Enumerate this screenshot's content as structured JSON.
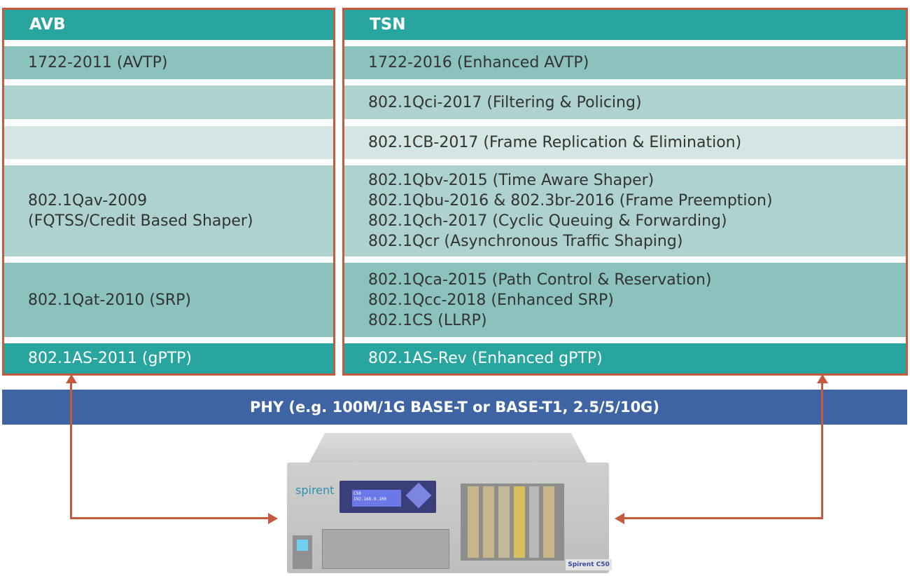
{
  "avb": {
    "title": "AVB",
    "rows": [
      "1722-2011 (AVTP)",
      "",
      "",
      "802.1Qav-2009\n(FQTSS/Credit Based Shaper)",
      "802.1Qat-2010 (SRP)",
      "802.1AS-2011 (gPTP)"
    ]
  },
  "tsn": {
    "title": "TSN",
    "rows": [
      [
        "1722-2016 (Enhanced AVTP)"
      ],
      [
        "802.1Qci-2017 (Filtering & Policing)"
      ],
      [
        "802.1CB-2017 (Frame Replication & Elimination)"
      ],
      [
        "802.1Qbv-2015 (Time Aware Shaper)",
        "802.1Qbu-2016 & 802.3br-2016 (Frame Preemption)",
        "802.1Qch-2017 (Cyclic Queuing & Forwarding)",
        "802.1Qcr (Asynchronous Traffic Shaping)"
      ],
      [
        "802.1Qca-2015 (Path Control & Reservation)",
        "802.1Qcc-2018 (Enhanced SRP)",
        "802.1CS (LLRP)"
      ],
      [
        "802.1AS-Rev  (Enhanced gPTP)"
      ]
    ]
  },
  "avb_rows": {
    "r0": "1722-2011 (AVTP)",
    "r3a": "802.1Qav-2009",
    "r3b": "(FQTSS/Credit Based Shaper)",
    "r4": "802.1Qat-2010 (SRP)",
    "r5": "802.1AS-2011 (gPTP)"
  },
  "phy": "PHY (e.g. 100M/1G BASE-T or BASE-T1, 2.5/5/10G)",
  "device": {
    "brand": "spirent",
    "lcd_line1": "C50",
    "lcd_line2": "192.168.0.100",
    "model_label": "Spirent C50"
  },
  "colors": {
    "border": "#c65a3e",
    "header": "#27a59e",
    "phy": "#3e64a4"
  }
}
